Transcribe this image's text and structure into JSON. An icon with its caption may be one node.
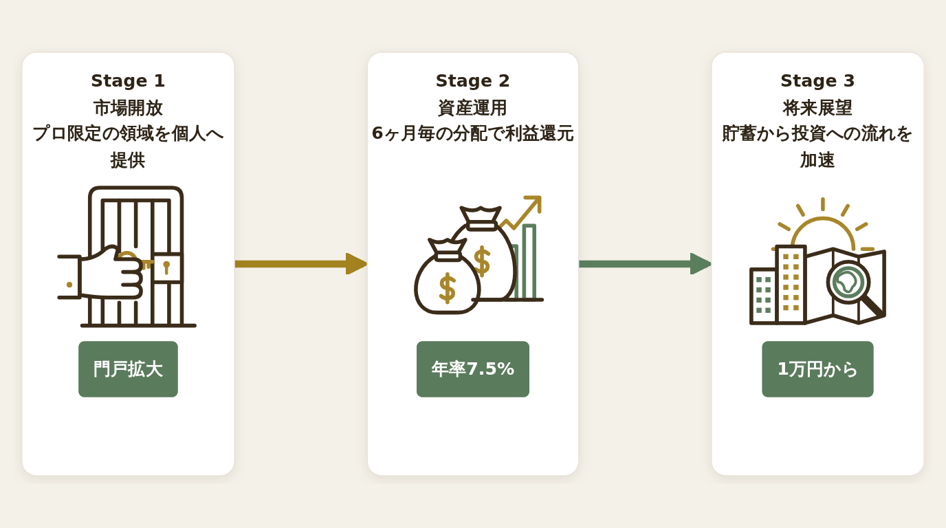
{
  "diagram": {
    "nodes": [
      {
        "text": [
          "Stage 1",
          "市場開放",
          "プロ限定の領域を個人へ提供"
        ]
      },
      {
        "text": [
          "門戸拡大"
        ],
        "in": 0
      },
      {
        "text": [
          "Stage 2",
          "資産運用",
          "6ヶ月毎の分配で利益還元"
        ]
      },
      {
        "text": [
          "年率7.5%"
        ],
        "in": 2
      },
      {
        "text": [
          "Stage 3",
          "将来展望",
          "貯蓄から投資への流れを加速"
        ]
      },
      {
        "text": [
          "1万円から"
        ],
        "in": 4
      }
    ],
    "edges": [
      {
        "from": 0,
        "to": 2,
        "arrow": "to",
        "color": "#a3831f"
      },
      {
        "from": 2,
        "to": 4,
        "arrow": "to",
        "color": "#5b7f5d"
      }
    ]
  }
}
